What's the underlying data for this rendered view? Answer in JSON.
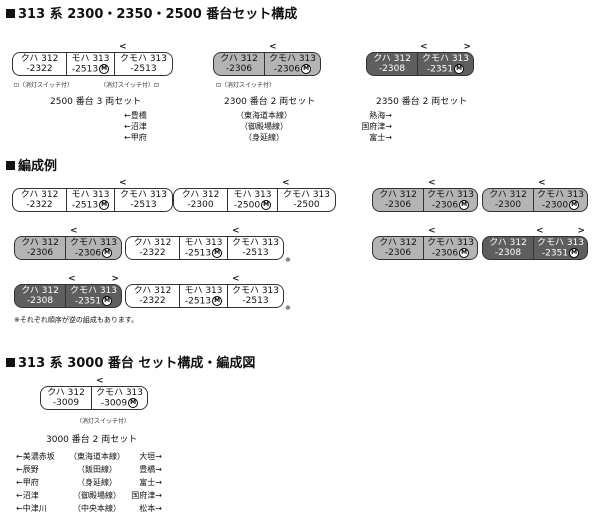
{
  "sec1": {
    "title": "313 系 2300・2350・2500 番台セット構成",
    "set2500": {
      "cars": [
        [
          "クハ 312",
          "-2322"
        ],
        [
          "モハ 313",
          "-2513"
        ],
        [
          "クモハ 313",
          "-2513"
        ]
      ],
      "switch": "（消灯スイッチ付）",
      "caption": "2500 番台 3 両セット",
      "dests": [
        "←豊橋",
        "←沼津",
        "←甲府"
      ]
    },
    "set2300": {
      "cars": [
        [
          "クハ 312",
          "-2306"
        ],
        [
          "クモハ 313",
          "-2306"
        ]
      ],
      "switch": "（消灯スイッチ付）",
      "caption": "2300 番台 2 両セット",
      "dests": [
        "（東海道本線）",
        "（御殿場線）",
        "（身延線）"
      ]
    },
    "set2350": {
      "cars": [
        [
          "クハ 312",
          "-2308"
        ],
        [
          "クモハ 313",
          "-2351"
        ]
      ],
      "caption": "2350 番台 2 両セット",
      "dests": [
        "熱海→",
        "国府津→",
        "富士→"
      ]
    }
  },
  "sec2": {
    "title": "編成例",
    "trains": {
      "a1": [
        [
          "クハ 312",
          "-2322"
        ],
        [
          "モハ 313",
          "-2513"
        ],
        [
          "クモハ 313",
          "-2513"
        ]
      ],
      "a2": [
        [
          "クハ 312",
          "-2300"
        ],
        [
          "モハ 313",
          "-2500"
        ],
        [
          "クモハ 313",
          "-2500"
        ]
      ],
      "b1": [
        [
          "クハ 312",
          "-2306"
        ],
        [
          "クモハ 313",
          "-2306"
        ]
      ],
      "b2": [
        [
          "クハ 312",
          "-2322"
        ],
        [
          "モハ 313",
          "-2513"
        ],
        [
          "クモハ 313",
          "-2513"
        ]
      ],
      "c1": [
        [
          "クハ 312",
          "-2308"
        ],
        [
          "クモハ 313",
          "-2351"
        ]
      ],
      "c2": [
        [
          "クハ 312",
          "-2322"
        ],
        [
          "モハ 313",
          "-2513"
        ],
        [
          "クモハ 313",
          "-2513"
        ]
      ],
      "r1": [
        [
          "クハ 312",
          "-2306"
        ],
        [
          "クモハ 313",
          "-2306"
        ]
      ],
      "r2": [
        [
          "クハ 312",
          "-2300"
        ],
        [
          "クモハ 313",
          "-2300"
        ]
      ],
      "r3": [
        [
          "クハ 312",
          "-2306"
        ],
        [
          "クモハ 313",
          "-2306"
        ]
      ],
      "r4": [
        [
          "クハ 312",
          "-2308"
        ],
        [
          "クモハ 313",
          "-2351"
        ]
      ]
    },
    "note": "※それぞれ順序が逆の組成もあります。",
    "asterisk": "※"
  },
  "sec3": {
    "title": "313 系 3000 番台 セット構成・編成図",
    "set3000": {
      "cars": [
        [
          "クハ 312",
          "-3009"
        ],
        [
          "クモハ 313",
          "-3009"
        ]
      ],
      "switch": "（消灯スイッチ付）",
      "caption": "3000 番台 2 両セット"
    },
    "dest_left": [
      "←美濃赤坂",
      "←辰野",
      "←甲府",
      "←沼津",
      "←中津川"
    ],
    "dest_mid": [
      "（東海道本線）",
      "（飯田線）",
      "（身延線）",
      "（御殿場線）",
      "（中央本線）"
    ],
    "dest_right": [
      "大垣→",
      "豊橋→",
      "富士→",
      "国府津→",
      "松本→"
    ]
  },
  "icons": {
    "motor": "M",
    "pantograph": "< >"
  }
}
